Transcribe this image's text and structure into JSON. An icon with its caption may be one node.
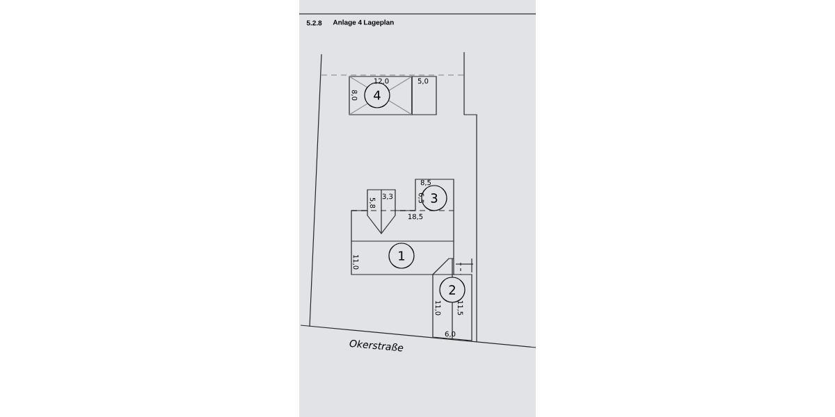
{
  "diagram": {
    "nodes": [
      {
        "text": [
          "4"
        ]
      },
      {
        "text": [
          "3"
        ]
      },
      {
        "text": [
          "1"
        ]
      },
      {
        "text": [
          "2"
        ]
      }
    ],
    "labels": [
      "5.2.8",
      "Anlage 4",
      "Lageplan",
      "12,0",
      "5,0",
      "8,0",
      "5,8",
      "3,3",
      "8,5",
      "6,5",
      "18,5",
      "11,0",
      "11,0",
      "11,5",
      "6,0",
      "Okerstraße"
    ]
  }
}
